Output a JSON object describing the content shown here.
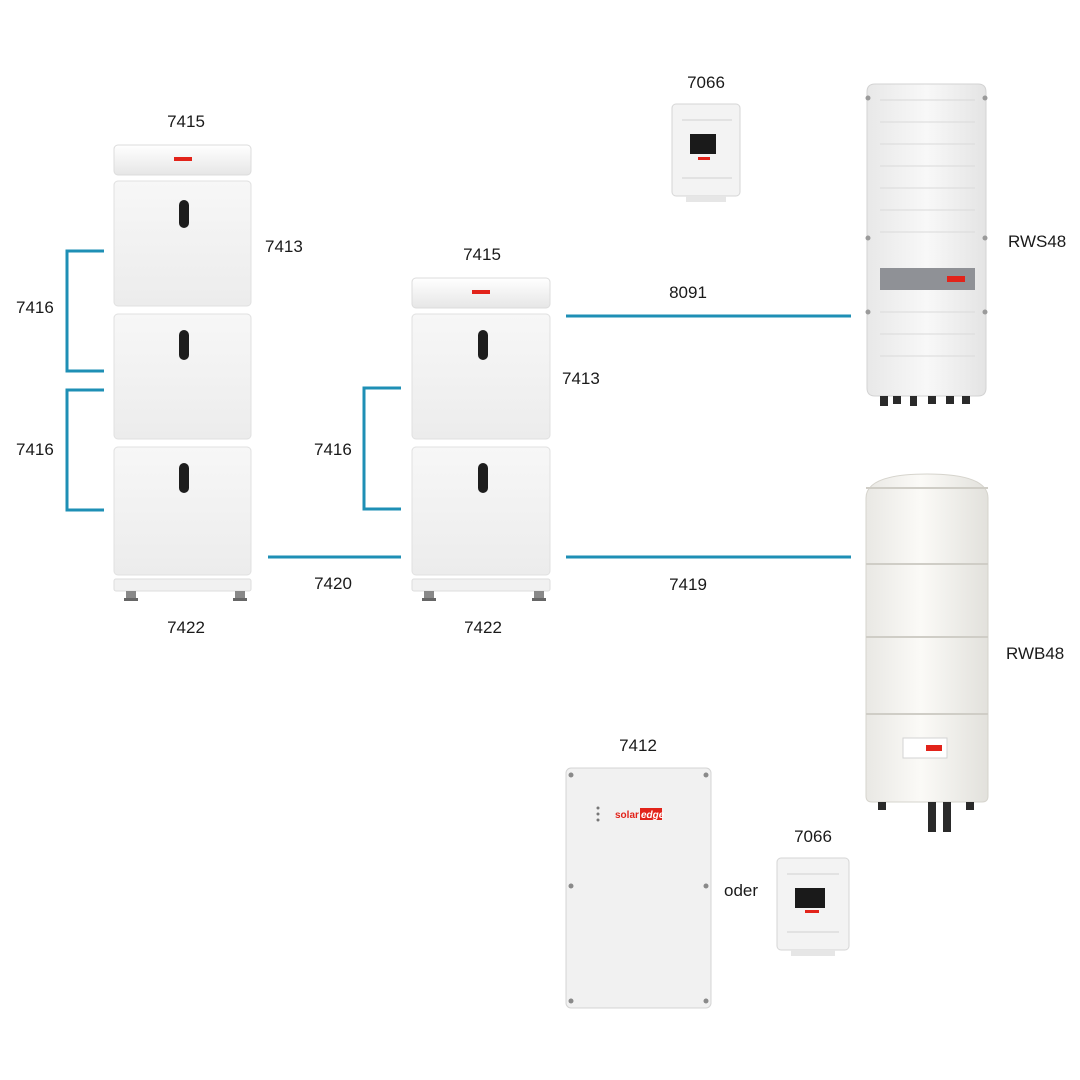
{
  "labels": {
    "left_top_cover": "7415",
    "left_module_1": "7413",
    "left_bracket_1": "7416",
    "left_bracket_2": "7416",
    "left_base": "7422",
    "mid_top_cover": "7415",
    "mid_module": "7413",
    "mid_bracket": "7416",
    "mid_base": "7422",
    "cable_left_mid": "7420",
    "cable_mid_inverter": "8091",
    "cable_mid_backup": "7419",
    "meter_top": "7066",
    "meter_bottom": "7066",
    "inverter": "RWS48",
    "backup_unit": "RWB48",
    "backup_interface": "7412",
    "oder": "oder"
  },
  "brand": {
    "logo_text_solar": "solar",
    "logo_text_edge": "edge"
  },
  "colors": {
    "cable": "#1e8fb5",
    "brand_red": "#e2231a",
    "device_body": "#f2f2f2",
    "device_edge": "#d9d9d9"
  }
}
